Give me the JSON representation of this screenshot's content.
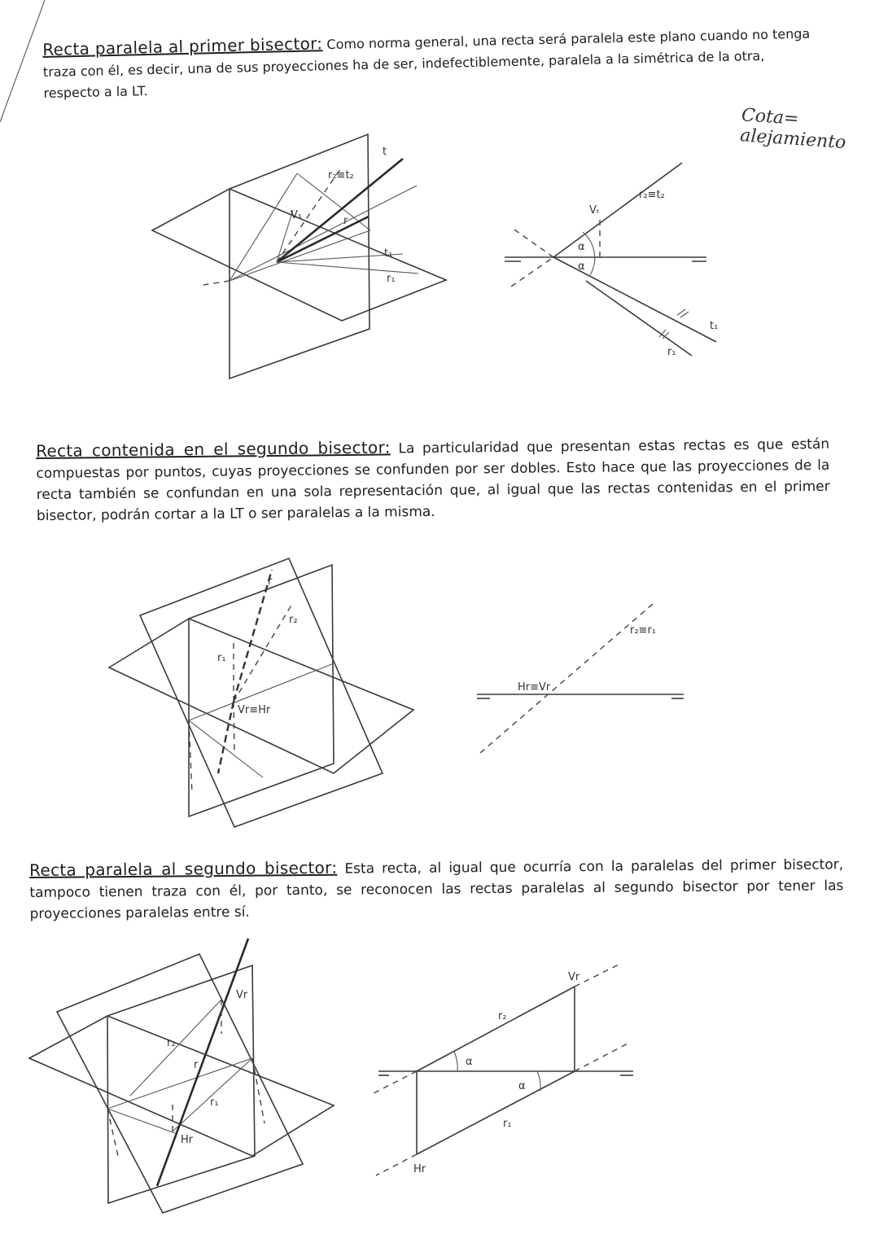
{
  "margin_note": "Cota= alejamiento",
  "sections": [
    {
      "heading": "Recta paralela al primer bisector:",
      "text": "Como norma general, una recta será paralela este plano cuando no tenga traza con él, es decir, una de sus proyecciones ha de ser, indefectiblemente, paralela a la simétrica de la otra, respecto a la LT.",
      "fig3d_labels": {
        "r2t2": "r₂≡t₂",
        "t": "t",
        "v": "V₁",
        "r": "r",
        "t1": "t₁",
        "r1": "r₁"
      },
      "fig2d_labels": {
        "r2t2": "r₂≡t₂",
        "vt": "Vₜ",
        "alpha_top": "α",
        "alpha_bottom": "α",
        "t1": "t₁",
        "r1": "r₁"
      }
    },
    {
      "heading": "Recta contenida en el segundo bisector:",
      "text": "La particularidad que presentan estas rectas es que están compuestas por puntos, cuyas proyecciones se confunden por ser dobles. Esto hace que las proyecciones de la recta también se confundan en una sola representación que, al igual que las rectas contenidas en el primer bisector, podrán cortar a la LT o ser paralelas a la misma.",
      "fig3d_labels": {
        "r": "r",
        "r2": "r₂",
        "r1": "r₁",
        "vrhr": "Vr≡Hr"
      },
      "fig2d_labels": {
        "r2r1": "r₂≡r₁",
        "hrvr": "Hr≡Vr"
      }
    },
    {
      "heading": "Recta paralela al segundo bisector:",
      "text": "Esta recta, al igual que ocurría con la paralelas del primer bisector, tampoco tienen traza con él, por tanto, se reconocen las rectas paralelas al segundo bisector por tener las proyecciones paralelas entre sí.",
      "fig3d_labels": {
        "vr": "Vr",
        "r2": "r₂",
        "r": "r",
        "r1": "r₁",
        "hr": "Hr"
      },
      "fig2d_labels": {
        "vr": "Vr",
        "r2": "r₂",
        "alpha_top": "α",
        "alpha_bottom": "α",
        "r1": "r₁",
        "hr": "Hr"
      }
    }
  ]
}
